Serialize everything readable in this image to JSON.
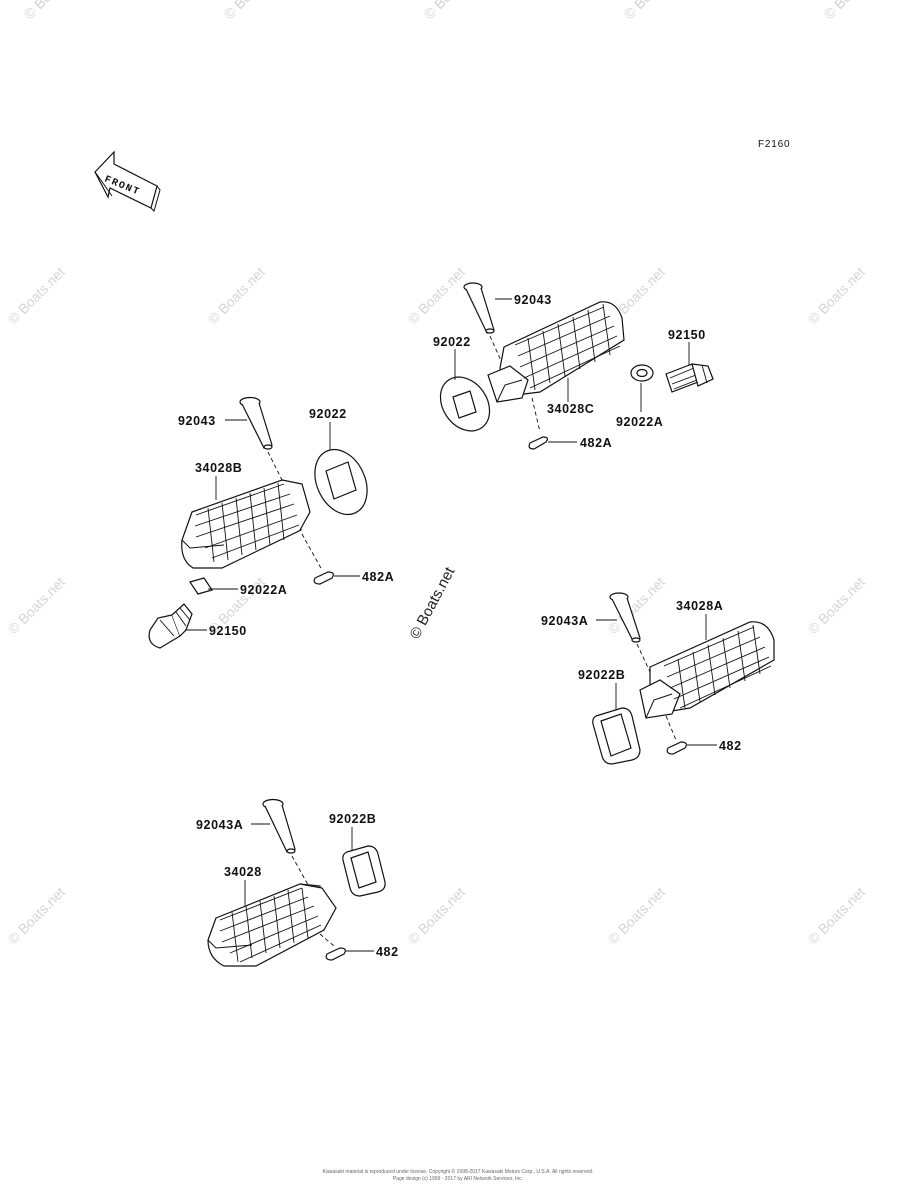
{
  "figure_code": "F2160",
  "front_label": "FRONT",
  "watermark": "© Boats.net",
  "center_watermark": "© Boats.net",
  "footer": {
    "line1": "Kawasaki material is reproduced under license. Copyright © 1998-2017 Kawasaki Motors Corp., U.S.A. All rights reserved.",
    "line2": "Page design (c) 1999 - 2017 by ARI Network Services, Inc."
  },
  "groups": {
    "top_right": {
      "pin": "92043",
      "washer": "92022",
      "footpeg": "34028C",
      "small_washer": "92022A",
      "bolt": "92150",
      "clip": "482A"
    },
    "middle_left": {
      "pin": "92043",
      "washer": "92022",
      "footpeg": "34028B",
      "clip": "482A",
      "small_washer": "92022A",
      "bolt": "92150"
    },
    "middle_right": {
      "pin": "92043A",
      "footpeg": "34028A",
      "washer": "92022B",
      "clip": "482"
    },
    "bottom_left": {
      "pin": "92043A",
      "washer": "92022B",
      "footpeg": "34028",
      "clip": "482"
    }
  }
}
